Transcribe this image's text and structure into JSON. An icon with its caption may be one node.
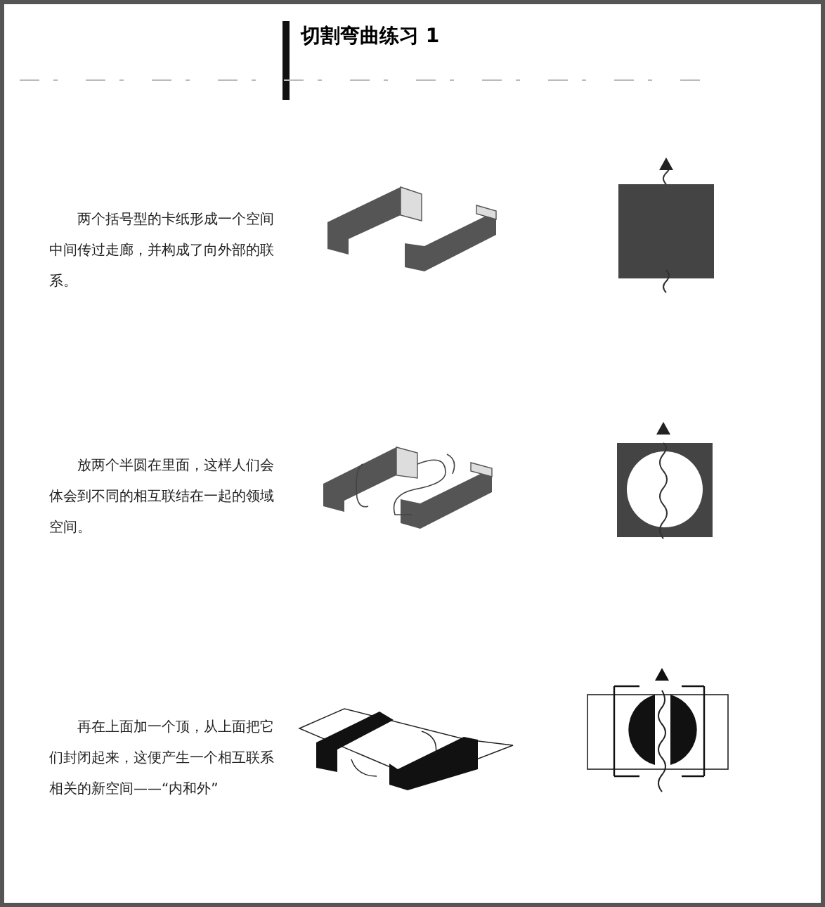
{
  "diagram": {
    "title": "切割弯曲练习 1",
    "labels": [
      "两个括号型的卡纸形成一个空间中间传过走廊，并构成了向外部的联系。",
      "放两个半圆在里面，这样人们会体会到不同的相互联结在一起的领域空间。",
      "再在上面加一个顶，从上面把它们封闭起来，这便产生一个相互联系相关的新空间——“内和外”"
    ]
  }
}
